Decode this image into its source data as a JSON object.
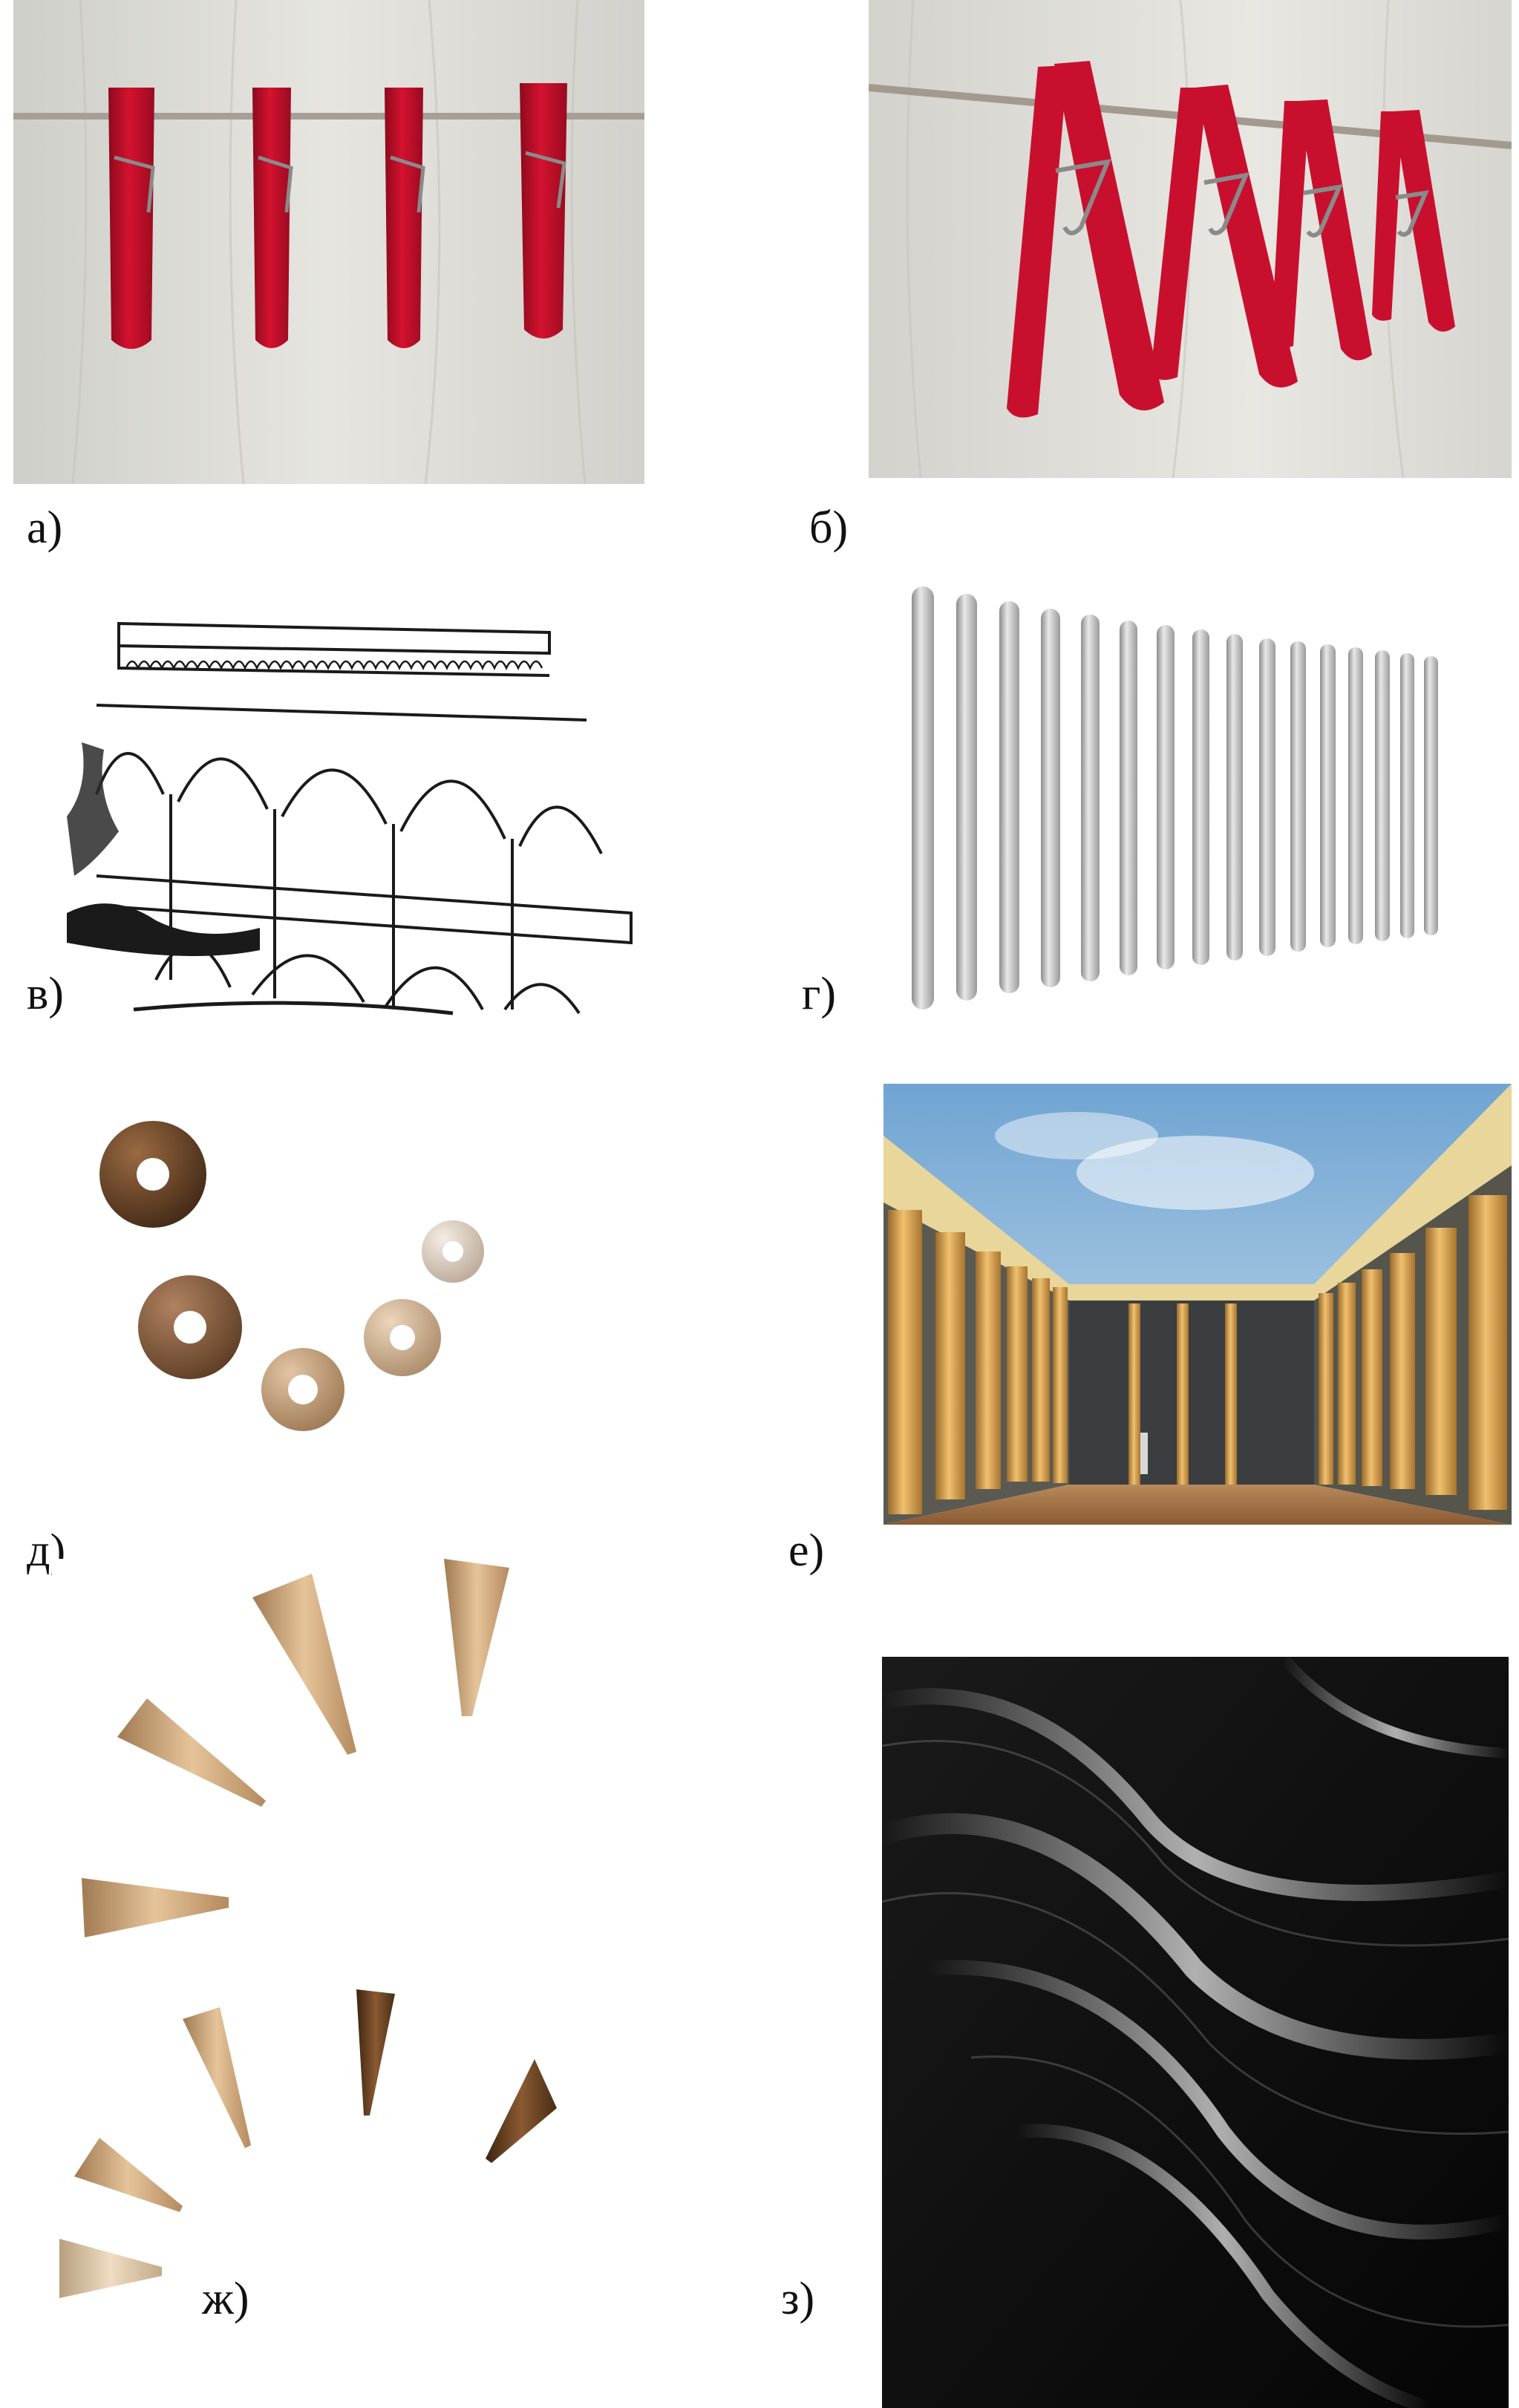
{
  "labels": {
    "a": "а)",
    "b": "б)",
    "v": "в)",
    "g": "г)",
    "d": "д)",
    "e": "е)",
    "zh": "ж)",
    "z": "з)"
  },
  "colors": {
    "clothespin_red": "#c8102e",
    "fabric_light": "#dcdcd6",
    "rod_gray": "#bfbfbf",
    "torus_dark": "#5a3a22",
    "torus_light": "#d8c8b8",
    "cone_light": "#d9b48a",
    "cone_dark": "#5a3a20",
    "sky_blue": "#8ab6da",
    "column_gold": "#d8a24a",
    "velvet_black": "#0a0a0a"
  }
}
